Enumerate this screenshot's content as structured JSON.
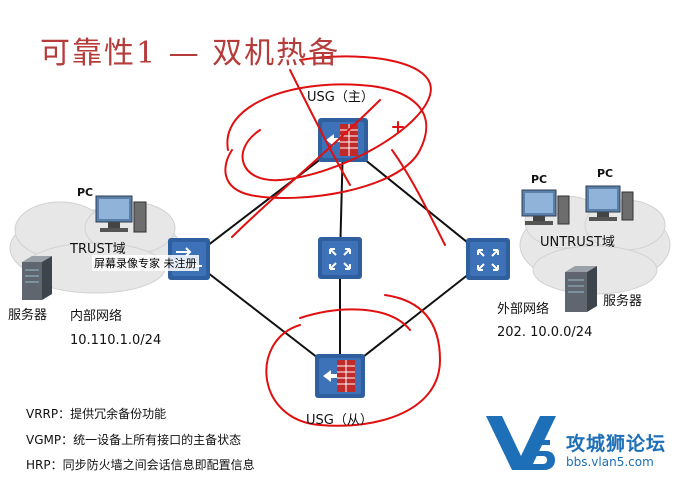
{
  "title": "可靠性1 — 双机热备",
  "nodes": {
    "usg_main": "USG（主）",
    "usg_backup": "USG（从）"
  },
  "left_zone": {
    "pc_label": "PC",
    "zone_name": "TRUST域",
    "server_label": "服务器",
    "network_name": "内部网络",
    "network_ip": "10.110.1.0/24"
  },
  "right_zone": {
    "pc_label_1": "PC",
    "pc_label_2": "PC",
    "zone_name": "UNTRUST域",
    "server_label": "服务器",
    "network_name": "外部网络",
    "network_ip": "202. 10.0.0/24"
  },
  "notes": [
    "VRRP：提供冗余备份功能",
    "VGMP：统一设备上所有接口的主备状态",
    "HRP：同步防火墙之间会话信息即配置信息"
  ],
  "overlay_watermark": "屏幕录像专家 未注册",
  "logo": {
    "mark": "V5",
    "name": "攻城狮论坛",
    "url": "bbs.vlan5.com"
  },
  "colors": {
    "title": "#b63b3b",
    "device": "#2f5f9e",
    "annotation": "#e01010",
    "cloud": "#e6e6e6",
    "logo": "#1d6fb8"
  }
}
